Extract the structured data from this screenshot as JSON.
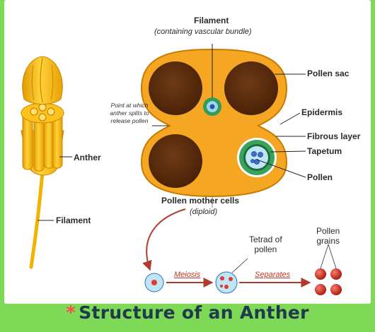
{
  "labels": {
    "filament_top": "Filament",
    "filament_top_note": "(containing vascular bundle)",
    "pollen_sac": "Pollen sac",
    "epidermis": "Epidermis",
    "fibrous_layer": "Fibrous layer",
    "tapetum": "Tapetum",
    "pollen": "Pollen",
    "split_line1": "Point at which",
    "split_line2": "anther splits to",
    "split_line3": "release pollen",
    "anther": "Anther",
    "filament_side": "Filament",
    "mother_cells": "Pollen mother cells",
    "mother_cells_note": "(diploid)",
    "tetrad_line1": "Tetrad of",
    "tetrad_line2": "pollen",
    "grains_line1": "Pollen",
    "grains_line2": "grains",
    "meiosis": "Meiosis",
    "separates": "Separates"
  },
  "title": {
    "marker": "*",
    "text": "Structure of an Anther"
  },
  "colors": {
    "background": "#7ed957",
    "anther_yellow": "#f7b500",
    "cross_section": "#f5a623",
    "pollen_sac": "#5a2d0c",
    "title": "#1f3a4d",
    "marker": "#ff4d4d",
    "arrow": "#b03a2e"
  }
}
